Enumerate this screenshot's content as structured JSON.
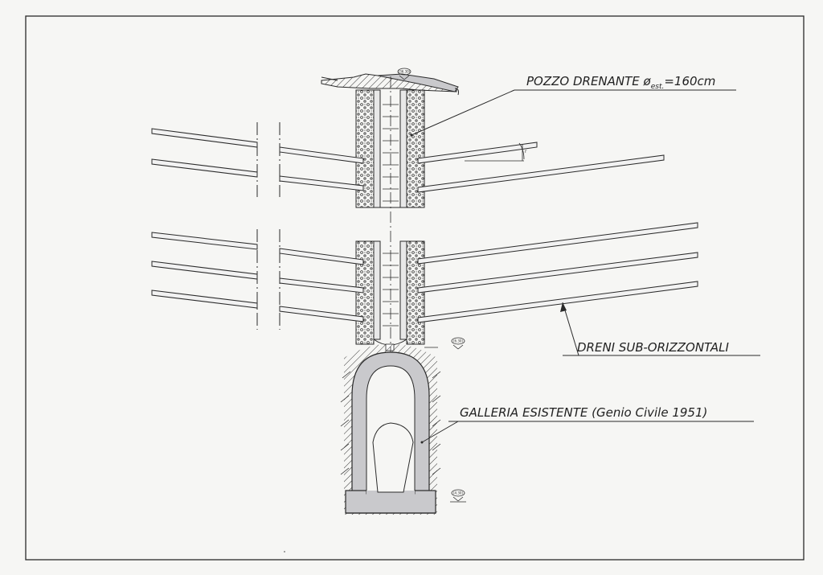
{
  "labels": {
    "pozzo_main": "POZZO DRENANTE ",
    "pozzo_phi": "ø",
    "pozzo_sub": "est.",
    "pozzo_value": "=160cm",
    "dreni": "DRENI SUB-ORIZZONTALI",
    "galleria": "GALLERIA ESISTENTE (Genio Civile 1951)"
  },
  "elevation_marks": {
    "top": "(36.30)",
    "mid": "(6.30)",
    "bottom": "(4.30)"
  },
  "colors": {
    "line": "#2a2a2a",
    "concrete": "#c9c9cc",
    "paper": "#f6f6f4"
  }
}
